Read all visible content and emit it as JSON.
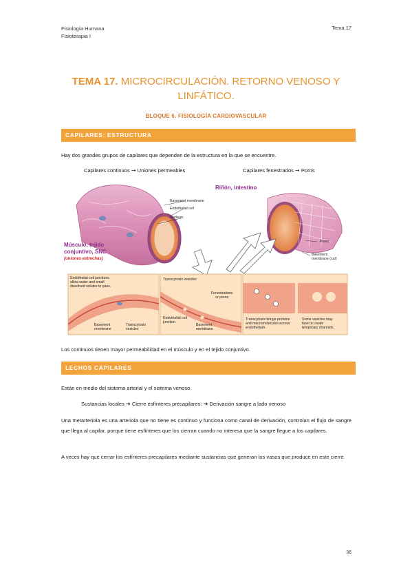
{
  "header": {
    "line1": "Fisiología Humana",
    "line2": "Fisioterapia I",
    "topic": "Tema 17"
  },
  "title": {
    "bold": "TEMA 17.",
    "rest": " MICROCIRCULACIÓN. RETORNO VENOSO Y LINFÁTICO."
  },
  "block": "BLOQUE 6. FISIOLOGÍA CARDIOVASCULAR",
  "section1": {
    "heading": "CAPILARES: ESTRUCTURA",
    "intro": "Hay dos grandes grupos de capilares que dependen de la estructura en la que se encuentre.",
    "continuous_caption": "Capilares continuos",
    "continuous_result": "Uniones permeables",
    "fenestrated_caption": "Capilares fenestrados",
    "fenestrated_result": "Poros",
    "figure": {
      "basement_membrane": "Basement membrane",
      "endothelial_cell": "Endothelial cell",
      "nucleus": "Nucleus",
      "tissue_label_1": "Músculo, tejido",
      "tissue_label_2": "conjuntivo, SNC",
      "tissue_label_3": "(uniones estrechas)",
      "kidney_label": "Riñón, intestino",
      "pores": "Pores",
      "basement_membrane_cut_1": "Basement",
      "basement_membrane_cut_2": "membrane (cut)",
      "junctions_1": "Endothelial cell junctions",
      "junctions_2": "allow water and small",
      "junctions_3": "dissolved solutes to pass.",
      "basement_1": "Basement",
      "basement_2": "membrane",
      "transcytosis_vesicles_1": "Transcytosis",
      "transcytosis_vesicles_2": "vesicles",
      "transcytosis_vesicles_top": "Transcytosis vesicles",
      "fenestrations_1": "Fenestrations",
      "fenestrations_2": "or pores",
      "cell_junction_1": "Endothelial cell",
      "cell_junction_2": "junction",
      "brings_1": "Transcytosis brings proteins",
      "brings_2": "and macromolecules across",
      "brings_3": "endothelium.",
      "some_1": "Some vesicles may",
      "some_2": "fuse to create",
      "some_3": "temporary channels."
    },
    "conclusion": "Los continuos tienen mayor permeabilidad en el músculo y en el tejido conjuntivo."
  },
  "section2": {
    "heading": "LECHOS CAPILARES",
    "p1": "Están en medio del sistema arterial y el sistema venoso.",
    "p2_a": "Sustancias locales",
    "p2_b": "Cierre esfínteres precapilares:",
    "p2_c": "Derivación sangre a lado venoso",
    "p3": "Una metarteriola es una arteriola que no tiene es continuo y funciona como canal de derivación, controlan el flujo de sangre que llega al capilar, porque tiene esfínteres que los cierran cuando no interesa que la sangre llegue a los capilares.",
    "p4": "A veces hay que cerrar los esfínteres precapilares mediante sustancias que generan los vasos que produce en este cierre."
  },
  "page_number": "36",
  "colors": {
    "accent": "#f2a33a",
    "title": "#e8932f",
    "vessel": "#d98bb4",
    "lumen": "#e8824a",
    "tissue_label": "#8e2a8c",
    "tissue_note": "#d2232a"
  }
}
